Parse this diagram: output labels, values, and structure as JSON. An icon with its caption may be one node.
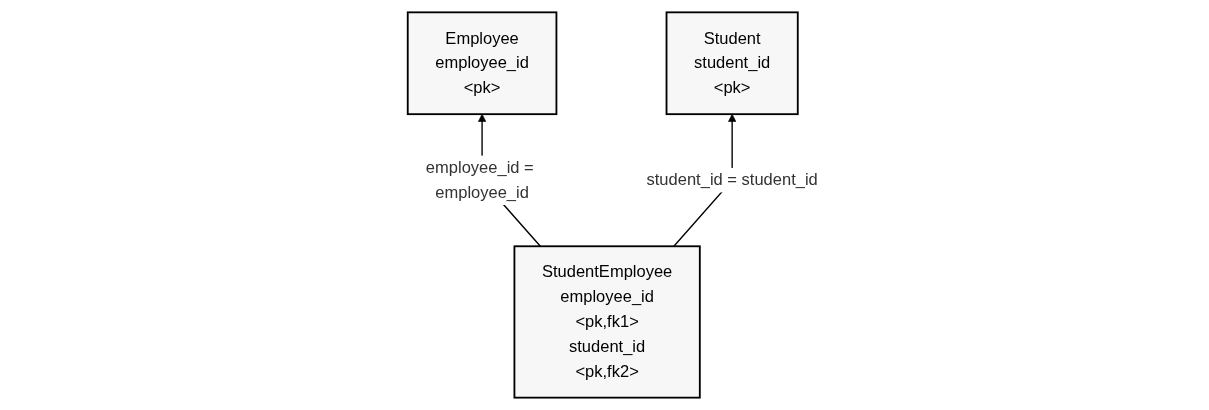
{
  "diagram": {
    "nodes": [
      {
        "text": [
          "Employee",
          "employee_id",
          "<pk>"
        ]
      },
      {
        "text": [
          "Student",
          "student_id",
          "<pk>"
        ]
      },
      {
        "text": [
          "StudentEmployee",
          "employee_id",
          "<pk,fk1>",
          "student_id",
          "<pk,fk2>"
        ]
      }
    ],
    "edges": [
      {
        "from": 2,
        "to": 0,
        "arrow": "to",
        "label": "employee_id = employee_id"
      },
      {
        "from": 2,
        "to": 1,
        "arrow": "to",
        "label": "student_id = student_id"
      }
    ]
  }
}
